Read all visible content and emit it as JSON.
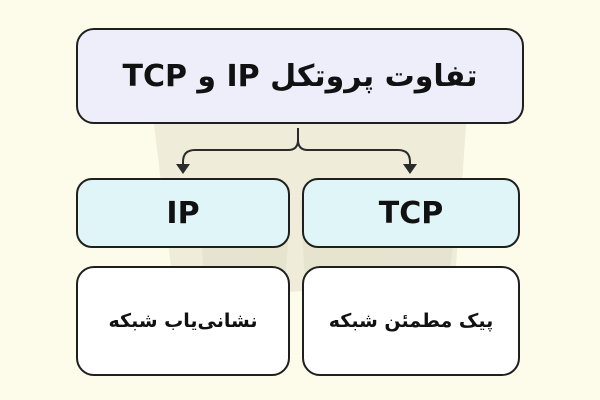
{
  "title": "تفاوت پروتکل IP و TCP",
  "protocols": {
    "left": {
      "name": "IP",
      "description": "نشانی‌یاب شبکه"
    },
    "right": {
      "name": "TCP",
      "description": "پیک مطمئن شبکه"
    }
  },
  "colors": {
    "background": "#fdfbe9",
    "title_fill": "#eeeefb",
    "protocol_fill": "#dff5f8",
    "description_fill": "#ffffff",
    "stroke": "#1f1f1f"
  }
}
